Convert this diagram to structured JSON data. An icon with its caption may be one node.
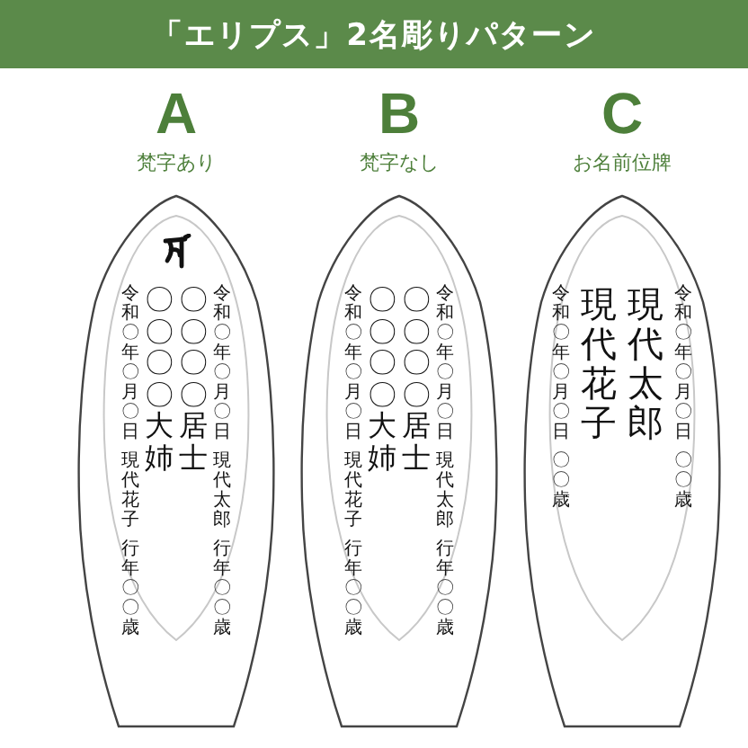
{
  "diagram": {
    "title": "「エリプス」2名彫りパターン",
    "nodes": [
      {
        "text": [
          "A",
          "梵字あり",
          "令和〇年〇月〇日",
          "現代花子",
          "行年〇〇歳",
          "〇〇〇〇大姉",
          "〇〇〇〇居士",
          "令和〇年〇月〇日",
          "現代太郎",
          "行年〇〇歳"
        ]
      },
      {
        "text": [],
        "shape": "picture",
        "in": 0
      },
      {
        "text": [
          "B",
          "梵字なし",
          "令和〇年〇月〇日",
          "現代花子",
          "行年〇〇歳",
          "〇〇〇〇大姉",
          "〇〇〇〇居士",
          "令和〇年〇月〇日",
          "現代太郎",
          "行年〇〇歳"
        ]
      },
      {
        "text": [
          "C",
          "お名前位牌",
          "令和〇年〇月〇日",
          "〇〇歳",
          "現代花子",
          "現代太郎",
          "令和〇年〇月〇日",
          "〇〇歳"
        ]
      }
    ],
    "edges": []
  }
}
